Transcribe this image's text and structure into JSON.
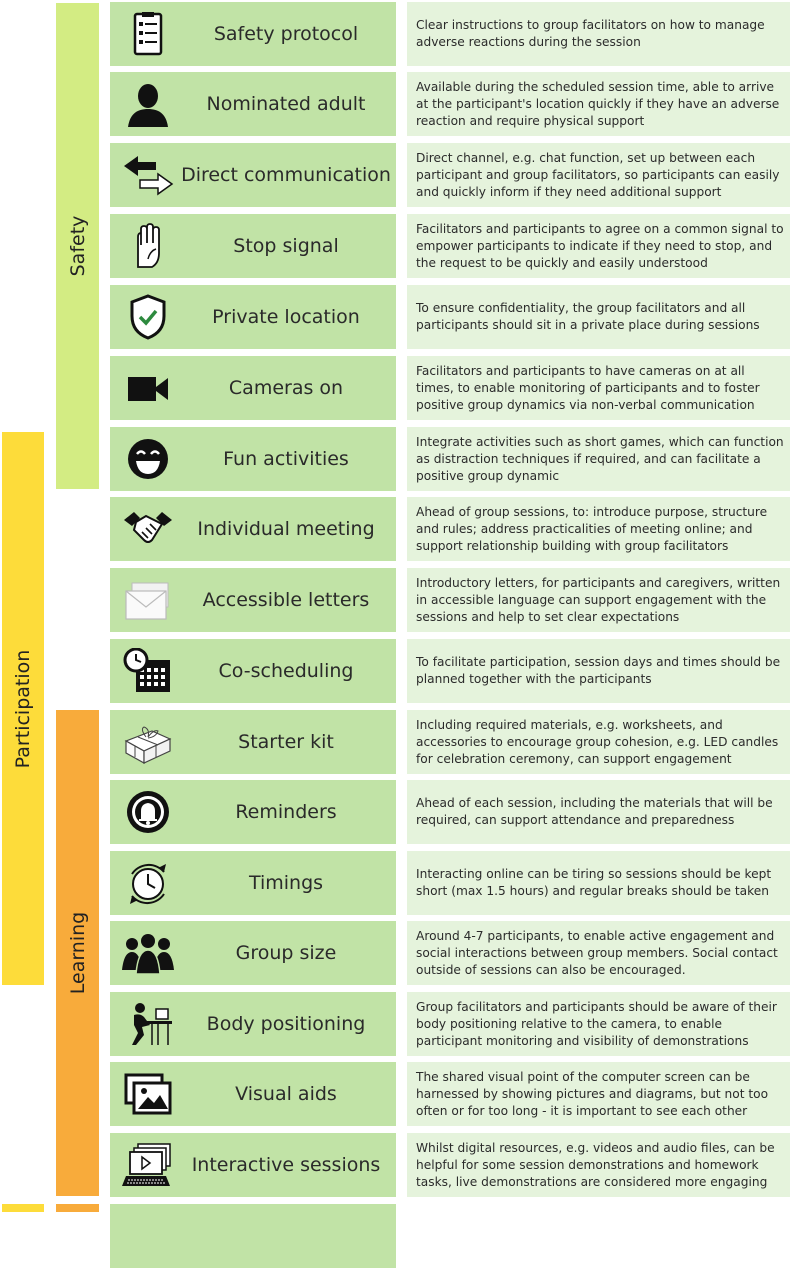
{
  "bands": {
    "participation": "Participation",
    "safety": "Safety",
    "learning": "Learning"
  },
  "rows": [
    {
      "label": "Safety protocol",
      "icon": "checklist-icon",
      "description": "Clear instructions to group facilitators on how to manage adverse reactions during the session"
    },
    {
      "label": "Nominated adult",
      "icon": "person-silhouette-icon",
      "description": "Available during the scheduled session time, able to arrive at the participant's location quickly if they have an adverse reaction and require physical support"
    },
    {
      "label": "Direct communication",
      "icon": "two-way-arrows-icon",
      "description": "Direct channel, e.g. chat function, set up between each participant and group facilitators, so participants can easily and quickly inform if they need additional support"
    },
    {
      "label": "Stop signal",
      "icon": "raised-hand-icon",
      "description": "Facilitators and participants to agree on a common signal to empower participants to indicate if they need to stop, and the request to be quickly and easily understood"
    },
    {
      "label": "Private location",
      "icon": "shield-check-icon",
      "description": "To ensure confidentiality, the group facilitators and all participants should sit in a private place during sessions"
    },
    {
      "label": "Cameras on",
      "icon": "video-camera-icon",
      "description": "Facilitators and participants to have cameras on at all times, to enable monitoring of participants and to foster positive group dynamics via non-verbal communication"
    },
    {
      "label": "Fun activities",
      "icon": "smiley-face-icon",
      "description": "Integrate activities such as short games, which can function as distraction techniques if required, and can facilitate a positive group dynamic"
    },
    {
      "label": "Individual meeting",
      "icon": "handshake-icon",
      "description": "Ahead of group sessions, to: introduce purpose, structure and rules; address practicalities of meeting online; and support relationship building with group facilitators"
    },
    {
      "label": "Accessible letters",
      "icon": "envelope-icon",
      "description": "Introductory letters, for participants and caregivers, written in accessible language can support engagement with the sessions and help to set clear expectations"
    },
    {
      "label": "Co-scheduling",
      "icon": "clock-calendar-icon",
      "description": "To facilitate participation, session days and times should be planned together with the participants"
    },
    {
      "label": "Starter kit",
      "icon": "gift-box-icon",
      "description": "Including required materials, e.g. worksheets, and accessories to encourage group cohesion, e.g. LED candles for celebration ceremony, can support engagement"
    },
    {
      "label": "Reminders",
      "icon": "bell-icon",
      "description": "Ahead of each session, including the materials that will be required, can support attendance and preparedness"
    },
    {
      "label": "Timings",
      "icon": "clock-cycle-icon",
      "description": "Interacting online can be tiring so sessions should be kept short (max 1.5 hours) and regular breaks should be taken"
    },
    {
      "label": "Group size",
      "icon": "group-people-icon",
      "description": "Around 4-7 participants, to enable active engagement and social interactions between group members. Social contact outside of sessions can also be encouraged."
    },
    {
      "label": "Body positioning",
      "icon": "person-at-desk-icon",
      "description": "Group facilitators and participants should be aware of their body positioning relative to the camera, to enable participant monitoring and visibility of demonstrations"
    },
    {
      "label": "Visual aids",
      "icon": "picture-frames-icon",
      "description": "The shared visual point of the computer screen can be harnessed by showing pictures and diagrams, but not too often or for too long - it is important to see each other"
    },
    {
      "label": "Interactive sessions",
      "icon": "laptop-video-icon",
      "description": "Whilst digital resources, e.g. videos and audio files, can be helpful for some session demonstrations and homework tasks, live demonstrations are considered more engaging"
    }
  ]
}
